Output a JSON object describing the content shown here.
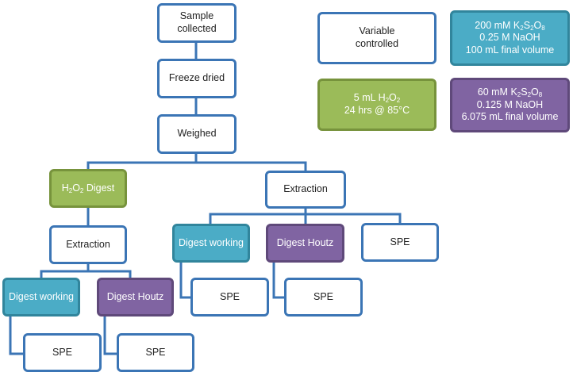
{
  "colors": {
    "connector": "#3b75b5",
    "box_border": "#3b75b5",
    "green": "#9bbb59",
    "blue": "#4bacc6",
    "purple": "#8064a2"
  },
  "nodes": {
    "sample_collected": "Sample collected",
    "freeze_dried": "Freeze dried",
    "weighed": "Weighed",
    "h2o2_digest": {
      "prefix": "H",
      "sub1": "2",
      "mid": "O",
      "sub2": "2",
      "suffix": " Digest"
    },
    "extraction_left": "Extraction",
    "extraction_right": "Extraction",
    "digest_working_left": "Digest working",
    "digest_houtz_left": "Digest Houtz",
    "spe_left_1": "SPE",
    "spe_left_2": "SPE",
    "digest_working_right": "Digest working",
    "digest_houtz_right": "Digest Houtz",
    "spe_right_direct": "SPE",
    "spe_right_1": "SPE",
    "spe_right_2": "SPE"
  },
  "legend": {
    "variable": {
      "line1": "Variable",
      "line2": "controlled"
    },
    "working_conditions": {
      "line1": {
        "prefix": "200 mM K",
        "sub1": "2",
        "mid": "S",
        "sub2": "2",
        "mid2": "O",
        "sub3": "8"
      },
      "line2": "0.25 M NaOH",
      "line3": "100 mL final volume"
    },
    "h2o2_conditions": {
      "line1": {
        "prefix": "5 mL H",
        "sub1": "2",
        "mid": "O",
        "sub2": "2"
      },
      "line2": "24 hrs @ 85°C"
    },
    "houtz_conditions": {
      "line1": {
        "prefix": "60 mM K",
        "sub1": "2",
        "mid": "S",
        "sub2": "2",
        "mid2": "O",
        "sub3": "8"
      },
      "line2": "0.125 M NaOH",
      "line3": "6.075 mL final volume"
    }
  }
}
